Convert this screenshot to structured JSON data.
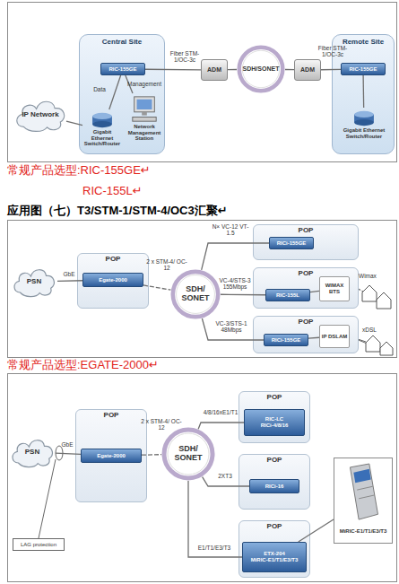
{
  "diagram": {
    "nodes": [
      {
        "text": [
          "IP Network"
        ]
      },
      {
        "text": [
          "Central Site"
        ]
      },
      {
        "text": [
          "RIC-155GE"
        ],
        "in": 1
      },
      {
        "text": [
          "Gigabit Ethernet Switch/Router"
        ],
        "in": 1
      },
      {
        "text": [
          "Network Management Station"
        ],
        "in": 1
      },
      {
        "text": [
          "ADM"
        ]
      },
      {
        "text": [
          "SDH/SONET"
        ]
      },
      {
        "text": [
          "ADM"
        ]
      },
      {
        "text": [
          "Remote Site"
        ]
      },
      {
        "text": [
          "RIC-155GE"
        ],
        "in": 8
      },
      {
        "text": [
          "Gigabit Ethernet Switch/Router"
        ],
        "in": 8
      },
      {
        "text": [
          "PSN"
        ]
      },
      {
        "text": [
          "POP"
        ]
      },
      {
        "text": [
          "Egate-2000"
        ],
        "in": 12
      },
      {
        "text": [
          "SDH/ SONET"
        ]
      },
      {
        "text": [
          "POP"
        ]
      },
      {
        "text": [
          "RICi-155GE"
        ],
        "in": 15
      },
      {
        "text": [
          "POP"
        ]
      },
      {
        "text": [
          "WIMAX BTS"
        ],
        "in": 17
      },
      {
        "text": [
          "RIC-155L"
        ],
        "in": 17
      },
      {
        "text": [
          "POP"
        ]
      },
      {
        "text": [
          "IP DSLAM"
        ],
        "in": 20
      },
      {
        "text": [
          "RICi-155GE"
        ],
        "in": 20
      },
      {
        "text": [
          "PSN"
        ]
      },
      {
        "text": [
          "POP"
        ]
      },
      {
        "text": [
          "Egate-2000"
        ],
        "in": 24
      },
      {
        "text": [
          "SDH/ SONET"
        ]
      },
      {
        "text": [
          "POP"
        ]
      },
      {
        "text": [
          "RIC-LC",
          "RICi-4/8/16"
        ],
        "in": 27
      },
      {
        "text": [
          "POP"
        ]
      },
      {
        "text": [
          "RICi-16"
        ],
        "in": 29
      },
      {
        "text": [
          "POP"
        ]
      },
      {
        "text": [
          "ETX-204",
          "MiRIC-E1/T1/E3/T3"
        ],
        "in": 31
      },
      {
        "text": [
          "MiRIC-E1/T1/E3/T3"
        ]
      },
      {
        "text": [
          "LAG protection"
        ]
      }
    ],
    "edges": [
      {
        "from": 0,
        "to": 3,
        "arrow": "none"
      },
      {
        "from": 3,
        "to": 2,
        "label": "Data",
        "arrow": "none"
      },
      {
        "from": 4,
        "to": 2,
        "label": "Management",
        "arrow": "none"
      },
      {
        "from": 2,
        "to": 5,
        "label": "Fiber STM-1/OC-3c",
        "arrow": "none"
      },
      {
        "from": 5,
        "to": 6,
        "arrow": "none"
      },
      {
        "from": 6,
        "to": 7,
        "arrow": "none"
      },
      {
        "from": 7,
        "to": 9,
        "label": "Fiber STM-1/OC-3c",
        "arrow": "none"
      },
      {
        "from": 9,
        "to": 10,
        "arrow": "none"
      },
      {
        "from": 11,
        "to": 13,
        "label": "GbE",
        "arrow": "none"
      },
      {
        "from": 13,
        "to": 14,
        "label": "2 x STM-4/ OC-12",
        "arrow": "none"
      },
      {
        "from": 14,
        "to": 16,
        "label": "N× VC-12 VT-1.5",
        "arrow": "none"
      },
      {
        "from": 14,
        "to": 19,
        "label": "VC-4/STS-3 155Mbps",
        "arrow": "none"
      },
      {
        "from": 14,
        "to": 22,
        "label": "VC-3/STS-1 48Mbps",
        "arrow": "none"
      },
      {
        "from": 19,
        "to": 18,
        "arrow": "none"
      },
      {
        "from": 22,
        "to": 21,
        "arrow": "none"
      },
      {
        "from": 23,
        "to": 25,
        "label": "GbE",
        "arrow": "none"
      },
      {
        "from": 25,
        "to": 26,
        "label": "2 x STM-4/ OC-12",
        "arrow": "none"
      },
      {
        "from": 26,
        "to": 28,
        "label": "4/8/16xE1/T1",
        "arrow": "none"
      },
      {
        "from": 26,
        "to": 30,
        "label": "2XT3",
        "arrow": "none"
      },
      {
        "from": 26,
        "to": 32,
        "label": "E1/T1/E3/T3",
        "arrow": "none"
      },
      {
        "from": 33,
        "to": 32,
        "arrow": "none"
      }
    ],
    "labels": [
      "常规产品选型:RIC-155GE↵",
      "RIC-155L↵",
      "应用图（七）T3/STM-1/STM-4/OC3汇聚↵",
      "Wimax",
      "xDSL",
      "常规产品选型:EGATE-2000↵"
    ]
  }
}
